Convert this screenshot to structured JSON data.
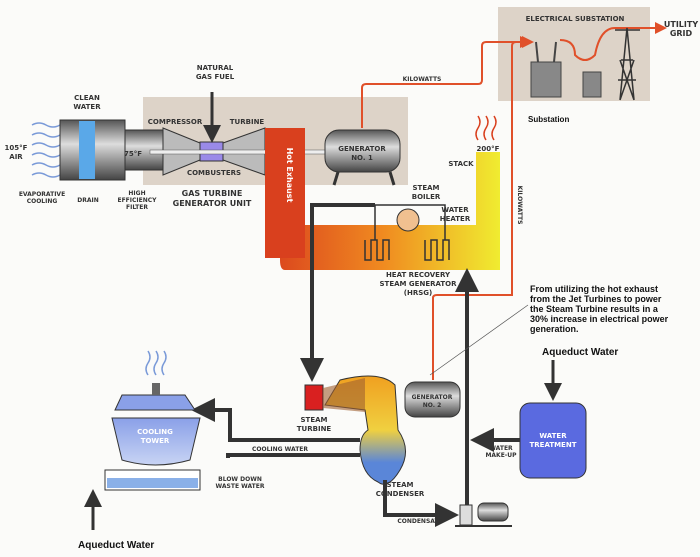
{
  "colors": {
    "power_line": "#e0502a",
    "hot_exhaust": "#d9401e",
    "stack": "#f0ec30",
    "water": "#5a86d8",
    "panel": "#ddd3c8",
    "pipe": "#333333"
  },
  "labels": {
    "electrical_substation": "ELECTRICAL SUBSTATION",
    "utility_grid": [
      "UTILITY",
      "GRID"
    ],
    "substation": "Substation",
    "kilowatts_top": "KILOWATTS",
    "kilowatts_vertical": "KILOWATTS",
    "natural_gas_fuel": [
      "NATURAL",
      "GAS FUEL"
    ],
    "clean_water": [
      "CLEAN",
      "WATER"
    ],
    "air_temp": [
      "105°F",
      "AIR"
    ],
    "inlet_temp": "75°F",
    "compressor": "COMPRESSOR",
    "turbine": "TURBINE",
    "combusters": "COMBUSTERS",
    "gas_turbine_unit": [
      "GAS TURBINE",
      "GENERATOR UNIT"
    ],
    "evaporative_cooling": [
      "EVAPORATIVE",
      "COOLING"
    ],
    "drain": "DRAIN",
    "filter": [
      "HIGH",
      "EFFICIENCY",
      "FILTER"
    ],
    "generator1": [
      "GENERATOR",
      "NO. 1"
    ],
    "hot_exhaust": "Hot Exhaust",
    "stack": "STACK",
    "stack_temp": "200°F",
    "steam_boiler": [
      "STEAM",
      "BOILER"
    ],
    "water_heater": [
      "WATER",
      "HEATER"
    ],
    "hrsg": [
      "HEAT RECOVERY",
      "STEAM GENERATOR",
      "(HRSG)"
    ],
    "note": [
      "From utilizing the hot exhaust",
      "from the    Jet Turbines to power",
      "the Steam Turbine results in a",
      "30% increase in electrical power",
      "generation."
    ],
    "aqueduct_water_right": "Aqueduct Water",
    "aqueduct_water_left": "Aqueduct Water",
    "generator2": [
      "GENERATOR",
      "NO. 2"
    ],
    "steam_turbine": [
      "STEAM",
      "TURBINE"
    ],
    "water_treatment": [
      "WATER",
      "TREATMENT"
    ],
    "water_makeup": [
      "WATER",
      "MAKE-UP"
    ],
    "cooling_tower": [
      "COOLING",
      "TOWER"
    ],
    "cooling_water": "COOLING WATER",
    "blow_down": [
      "BLOW DOWN",
      "WASTE WATER"
    ],
    "steam_condenser": [
      "STEAM",
      "CONDENSER"
    ],
    "condensate": "CONDENSATE"
  }
}
